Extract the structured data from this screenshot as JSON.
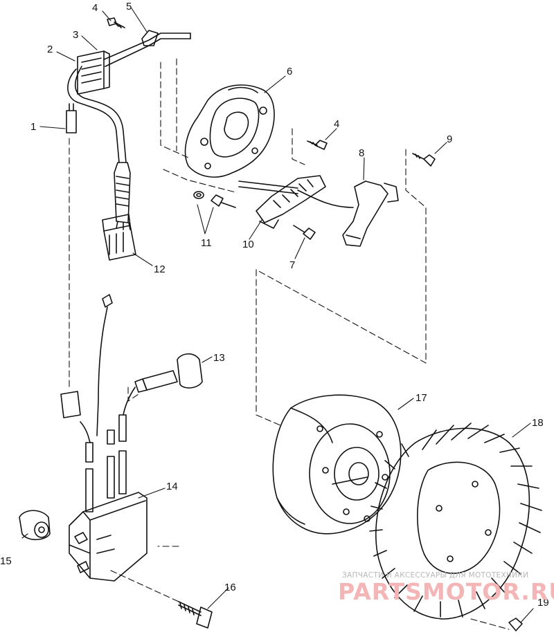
{
  "diagram": {
    "callouts": [
      {
        "id": "1",
        "text": "1"
      },
      {
        "id": "2",
        "text": "2"
      },
      {
        "id": "3",
        "text": "3"
      },
      {
        "id": "4a",
        "text": "4"
      },
      {
        "id": "5",
        "text": "5"
      },
      {
        "id": "6",
        "text": "6"
      },
      {
        "id": "4b",
        "text": "4"
      },
      {
        "id": "9",
        "text": "9"
      },
      {
        "id": "8",
        "text": "8"
      },
      {
        "id": "11",
        "text": "11"
      },
      {
        "id": "10",
        "text": "10"
      },
      {
        "id": "7",
        "text": "7"
      },
      {
        "id": "12",
        "text": "12"
      },
      {
        "id": "13",
        "text": "13"
      },
      {
        "id": "17",
        "text": "17"
      },
      {
        "id": "18",
        "text": "18"
      },
      {
        "id": "14",
        "text": "14"
      },
      {
        "id": "15",
        "text": "15"
      },
      {
        "id": "16",
        "text": "16"
      },
      {
        "id": "19",
        "text": "19"
      }
    ]
  },
  "watermark": {
    "tagline": "ЗАПЧАСТИ И АКСЕССУАРЫ ДЛЯ МОТОТЕХНИКИ",
    "brand": "PARTSMOTOR.RU",
    "tagline_color": "#b7b7b7",
    "brand_color": "#e05252"
  }
}
